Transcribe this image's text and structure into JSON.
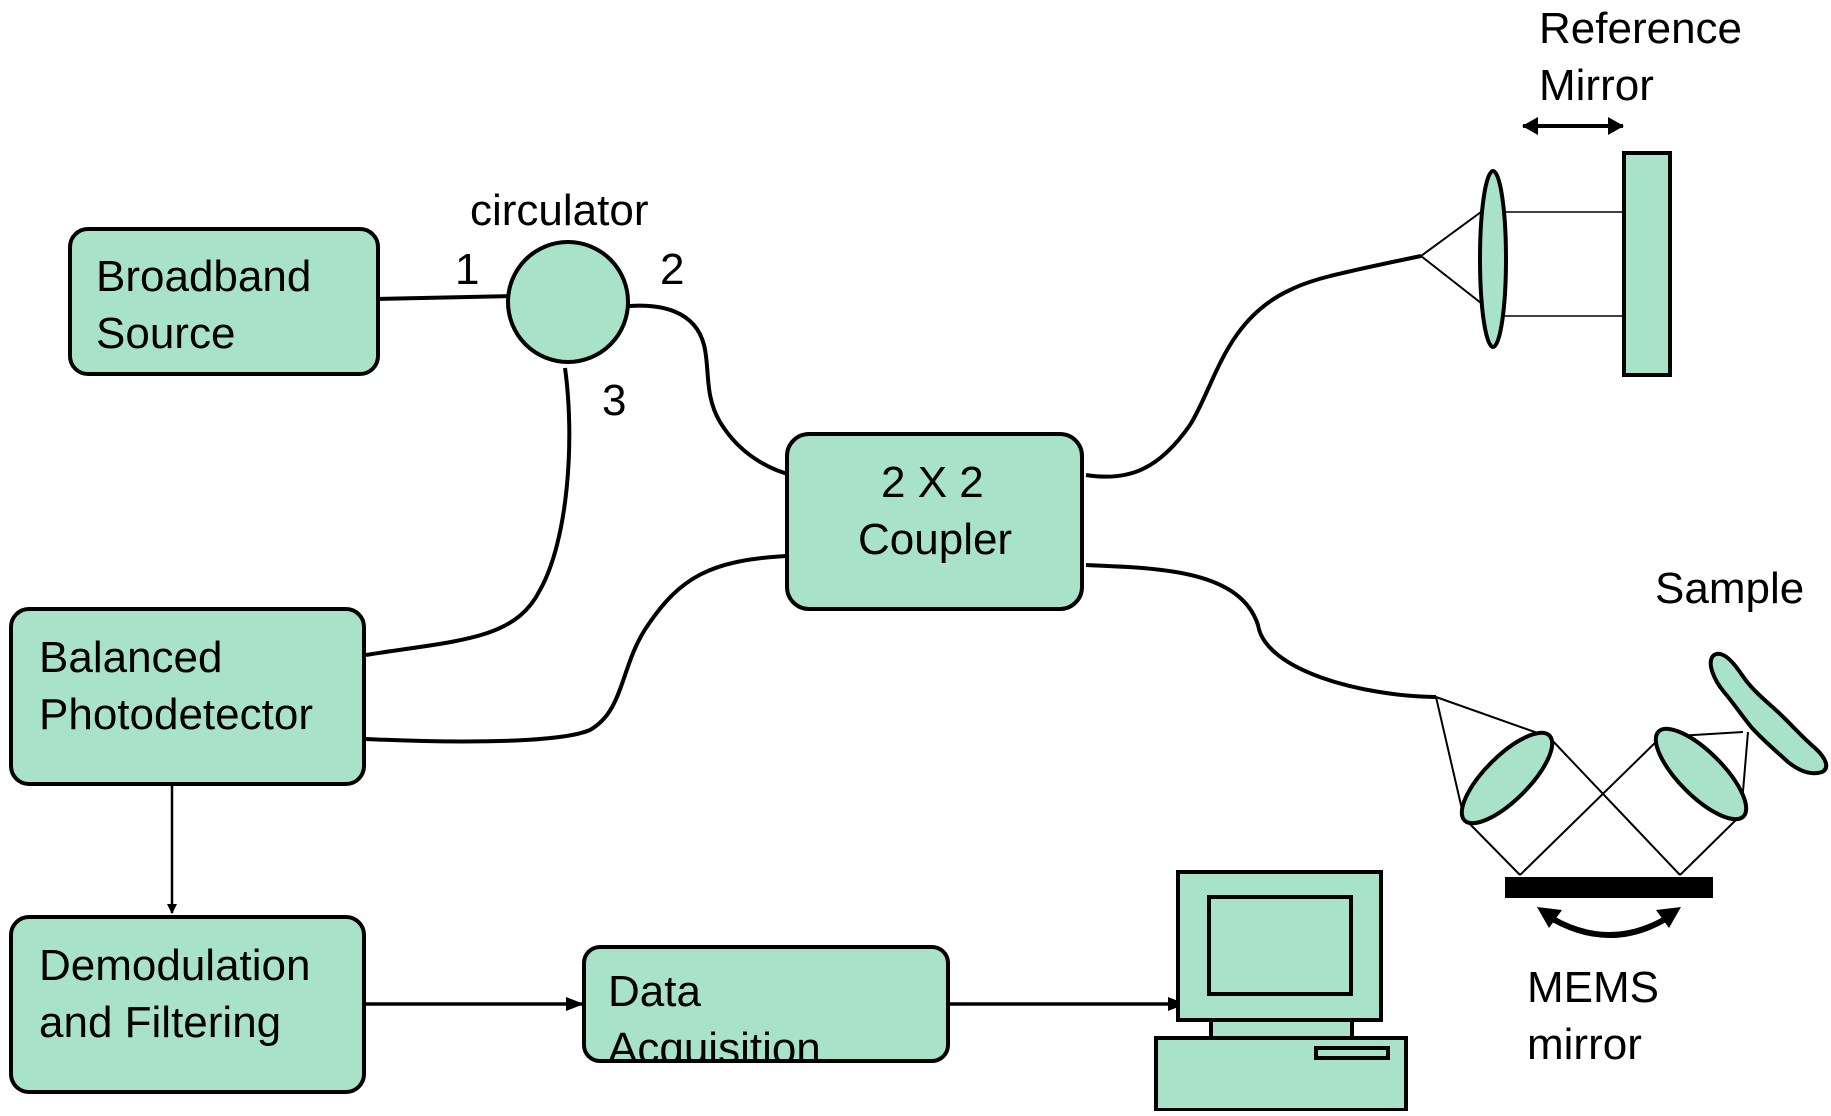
{
  "colors": {
    "box_fill": "#a8e2c9",
    "stroke": "#000000",
    "background": "#ffffff"
  },
  "labels": {
    "broadband_source": [
      "Broadband",
      "Source"
    ],
    "circulator": "circulator",
    "port_1": "1",
    "port_2": "2",
    "port_3": "3",
    "coupler": [
      "2 X 2",
      "Coupler"
    ],
    "balanced_photodetector": [
      "Balanced",
      "Photodetector"
    ],
    "demodulation": [
      "Demodulation",
      "and Filtering"
    ],
    "data_acquisition": [
      "Data",
      "Acquisition"
    ],
    "reference_mirror": [
      "Reference",
      "Mirror"
    ],
    "sample": "Sample",
    "mems_mirror": [
      "MEMS",
      "mirror"
    ]
  },
  "icons": {
    "computer": "computer-icon",
    "lens": "lens-icon",
    "mirror": "mirror-icon"
  }
}
